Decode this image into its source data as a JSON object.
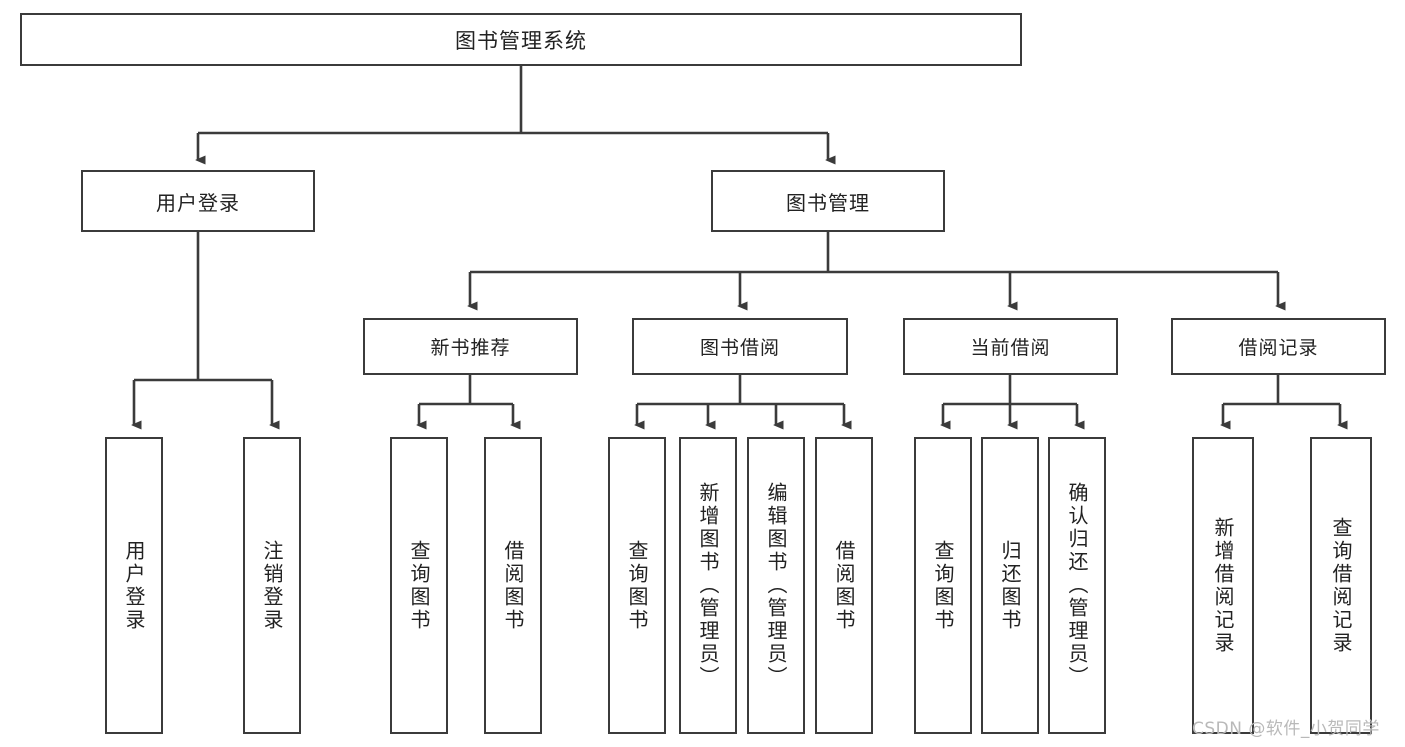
{
  "diagram": {
    "title": "图书管理系统",
    "type": "hierarchy-tree",
    "root": {
      "label": "图书管理系统"
    },
    "level1": [
      {
        "label": "用户登录"
      },
      {
        "label": "图书管理"
      }
    ],
    "level2": [
      {
        "label": "新书推荐"
      },
      {
        "label": "图书借阅"
      },
      {
        "label": "当前借阅"
      },
      {
        "label": "借阅记录"
      }
    ],
    "leaves": [
      {
        "label": "用户登录",
        "parent": "用户登录"
      },
      {
        "label": "注销登录",
        "parent": "用户登录"
      },
      {
        "label": "查询图书",
        "parent": "新书推荐"
      },
      {
        "label": "借阅图书",
        "parent": "新书推荐"
      },
      {
        "label": "查询图书",
        "parent": "图书借阅"
      },
      {
        "label": "新增图书（管理员）",
        "parent": "图书借阅"
      },
      {
        "label": "编辑图书（管理员）",
        "parent": "图书借阅"
      },
      {
        "label": "借阅图书",
        "parent": "图书借阅"
      },
      {
        "label": "查询图书",
        "parent": "当前借阅"
      },
      {
        "label": "归还图书",
        "parent": "当前借阅"
      },
      {
        "label": "确认归还（管理员）",
        "parent": "当前借阅"
      },
      {
        "label": "新增借阅记录",
        "parent": "借阅记录"
      },
      {
        "label": "查询借阅记录",
        "parent": "借阅记录"
      }
    ]
  },
  "watermark": {
    "text": "CSDN @软件_小贺同学"
  },
  "colors": {
    "border": "#3b3b3b",
    "text": "#222222",
    "background": "#ffffff",
    "watermark": "#b9b9b9"
  }
}
